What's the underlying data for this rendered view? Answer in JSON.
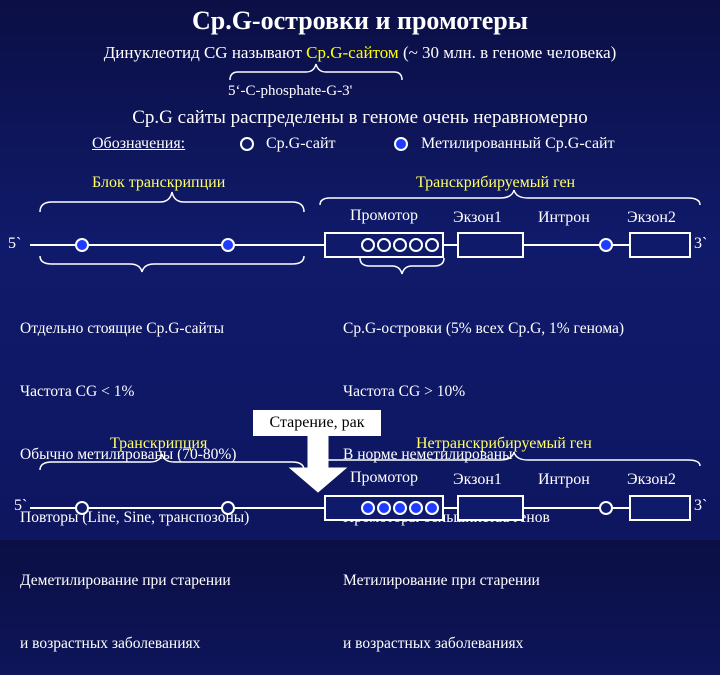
{
  "title": "Cp.G-островки и промотеры",
  "subtitle": {
    "prefix": "Динуклеотид CG называют ",
    "highlight": "Cp.G-сайтом",
    "suffix": " (~ 30 млн. в геноме человека)"
  },
  "formula": "5‘-C-phosphate-G-3'",
  "distribution": "Cp.G сайты распределены в геноме очень неравномерно",
  "legend": {
    "heading": "Обозначения:",
    "open_site": "Cp.G-сайт",
    "methylated_site": "Метилированный Cp.G-сайт"
  },
  "top_diagram": {
    "left_label": "Блок транскрипции",
    "right_label": "Транскрибируемый ген",
    "promoter": "Промотор",
    "exon1": "Экзон1",
    "intron": "Интрон",
    "exon2": "Экзон2",
    "end5": "5`",
    "end3": "3`"
  },
  "left_list": [
    "Отдельно стоящие Cp.G-сайты",
    "Частота CG < 1%",
    "Обычно метилированы (70-80%)",
    "Повторы (Line, Sine, транспозоны)",
    "Деметилирование при старении",
    "и возрастных заболеваниях"
  ],
  "right_list": [
    "Cp.G-островки (5% всех Cp.G, 1% генома)",
    "Частота CG > 10%",
    "В норме неметилированы",
    "Промоторы большинства генов",
    "Метилирование при старении",
    "и возрастных заболеваниях"
  ],
  "aging": "Старение, рак",
  "bottom_diagram": {
    "left_label": "Транскрипция",
    "right_label": "Нетранскрибируемый ген",
    "promoter": "Промотор",
    "exon1": "Экзон1",
    "intron": "Интрон",
    "exon2": "Экзон2",
    "end5": "5`",
    "end3": "3`"
  },
  "colors": {
    "background": "#101a6a",
    "highlight": "#ffff00",
    "methylated": "#1e3cff",
    "line": "#ffffff"
  }
}
